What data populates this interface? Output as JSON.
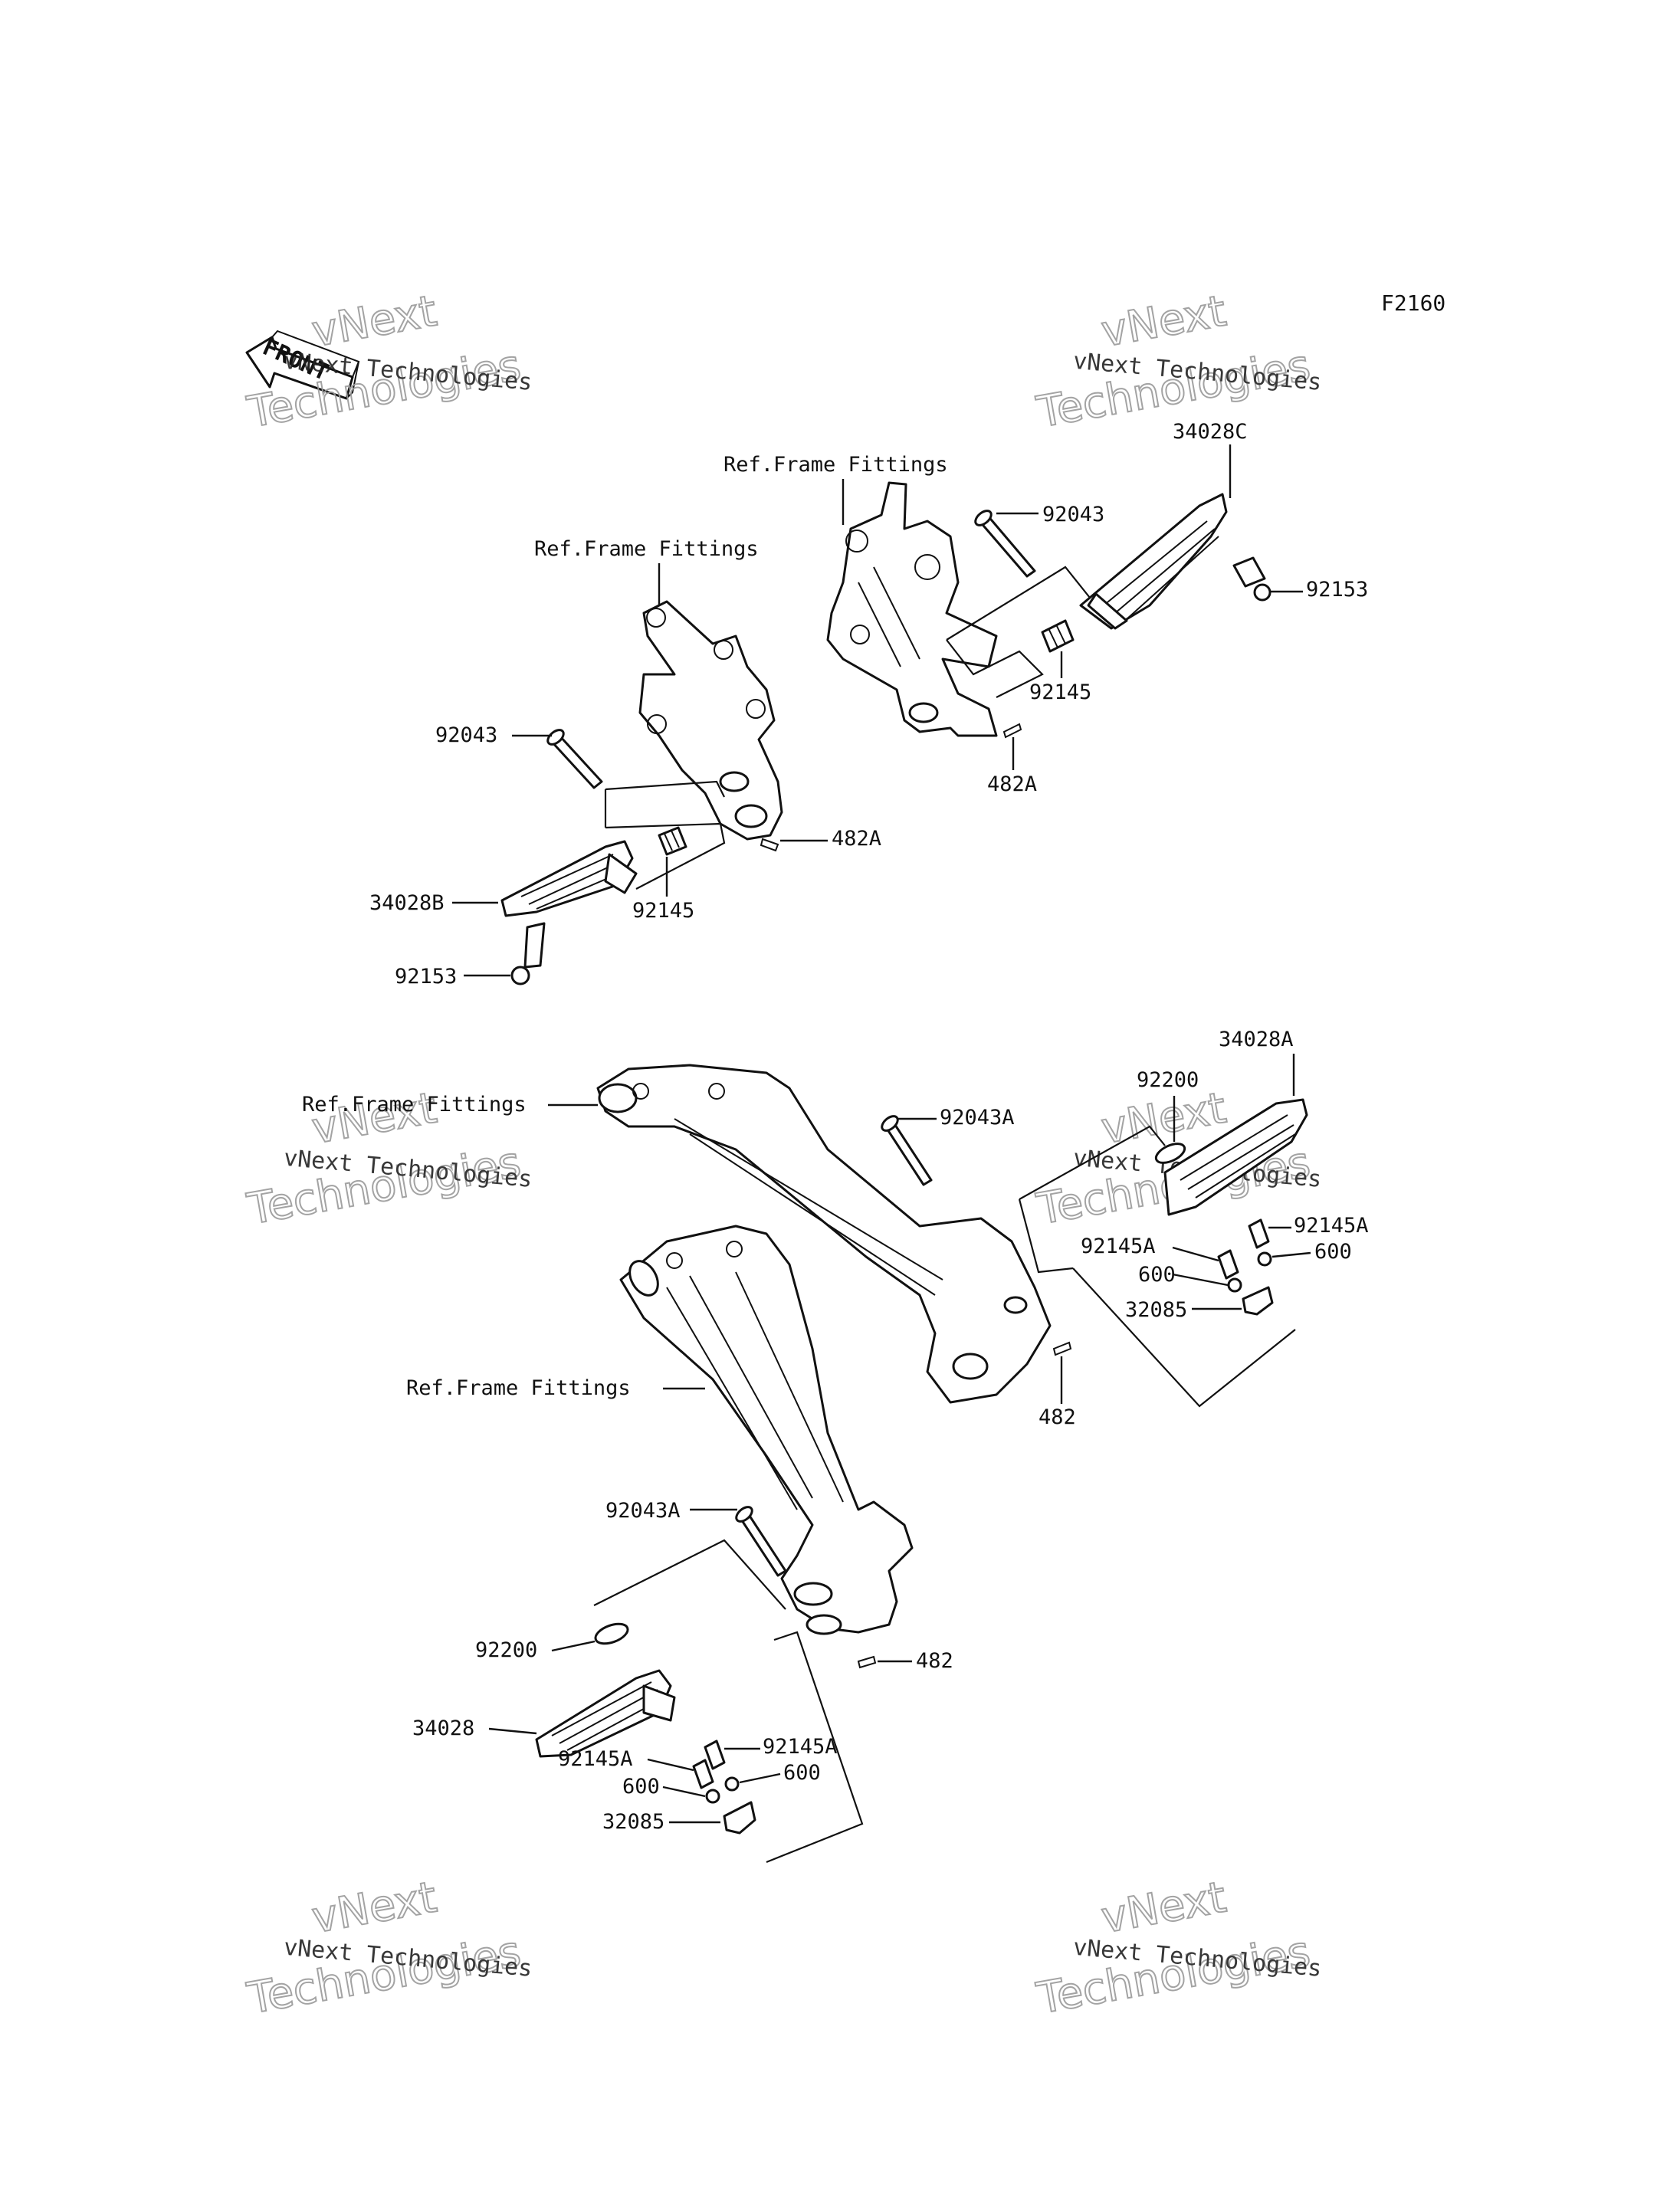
{
  "figure_id": "F2160",
  "front_label": "FRONT",
  "watermark": {
    "line1": "vNext Technologies",
    "line2": "vNext Technologies"
  },
  "labels": {
    "ref_frame_1": "Ref.Frame Fittings",
    "ref_frame_2": "Ref.Frame Fittings",
    "ref_frame_3": "Ref.Frame Fittings",
    "ref_frame_4": "Ref.Frame Fittings",
    "p92043_left": "92043",
    "p92043_right": "92043",
    "p34028C": "34028C",
    "p92153_right": "92153",
    "p92145_right": "92145",
    "p482A_right": "482A",
    "p482A_left": "482A",
    "p92145_left": "92145",
    "p34028B": "34028B",
    "p92153_left": "92153",
    "p34028A": "34028A",
    "p92200_right": "92200",
    "p92043A_upper": "92043A",
    "p92145A_r1": "92145A",
    "p92145A_r2": "92145A",
    "p600_r1": "600",
    "p600_r2": "600",
    "p32085_right": "32085",
    "p482_right": "482",
    "p92043A_lower": "92043A",
    "p482_lower": "482",
    "p92200_lower": "92200",
    "p34028": "34028",
    "p92145A_l1": "92145A",
    "p92145A_l2": "92145A",
    "p600_l1": "600",
    "p600_l2": "600",
    "p32085_lower": "32085"
  }
}
